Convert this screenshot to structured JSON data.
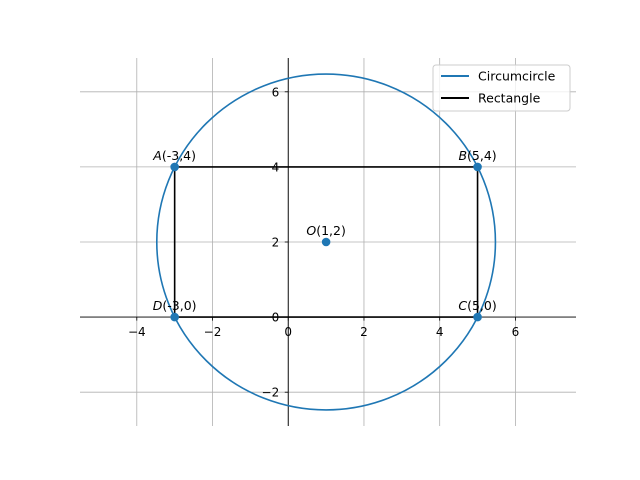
{
  "chart_data": {
    "type": "scatter",
    "title": "",
    "xlabel": "",
    "ylabel": "",
    "xlim": [
      -5.5,
      7.6
    ],
    "ylim": [
      -2.9,
      6.9
    ],
    "x_ticks": [
      -4,
      -2,
      0,
      2,
      4,
      6
    ],
    "y_ticks": [
      -2,
      0,
      2,
      4,
      6
    ],
    "grid": true,
    "axes_through_origin": true,
    "legend": {
      "position": "top-right",
      "entries": [
        {
          "label": "Circumcircle",
          "color": "#1f77b4"
        },
        {
          "label": "Rectangle",
          "color": "#000000"
        }
      ]
    },
    "series": [
      {
        "name": "Circumcircle",
        "kind": "circle",
        "center": [
          1,
          2
        ],
        "radius": 4.4721,
        "color": "#1f77b4"
      },
      {
        "name": "Rectangle",
        "kind": "polygon",
        "color": "#000000",
        "points": [
          [
            -3,
            4
          ],
          [
            5,
            4
          ],
          [
            5,
            0
          ],
          [
            -3,
            0
          ]
        ]
      }
    ],
    "points": [
      {
        "letter": "A",
        "coords": "(-3,4)",
        "x": -3,
        "y": 4
      },
      {
        "letter": "B",
        "coords": "(5,4)",
        "x": 5,
        "y": 4
      },
      {
        "letter": "C",
        "coords": "(5,0)",
        "x": 5,
        "y": 0
      },
      {
        "letter": "D",
        "coords": "(-3,0)",
        "x": -3,
        "y": 0
      },
      {
        "letter": "O",
        "coords": "(1,2)",
        "x": 1,
        "y": 2
      }
    ],
    "marker_color": "#1f77b4",
    "grid_color": "#b0b0b0"
  }
}
